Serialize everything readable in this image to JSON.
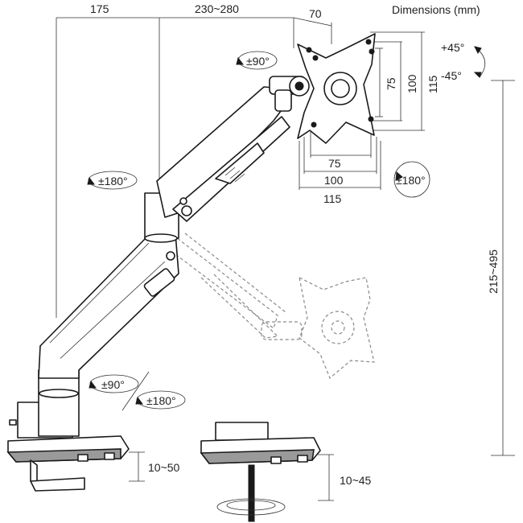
{
  "title": "Dimensions (mm)",
  "dimensions": {
    "base_to_pole": "175",
    "arm_reach": "230~280",
    "vesa_depth": "70",
    "vesa_h_75": "75",
    "vesa_h_100": "100",
    "vesa_h_115": "115",
    "vesa_w_75": "75",
    "vesa_w_100": "100",
    "vesa_w_115": "115",
    "height_range": "215~495",
    "clamp_range": "10~50",
    "grommet_range": "10~45"
  },
  "rotations": {
    "tilt_up": "+45°",
    "tilt_down": "-45°",
    "head_swivel": "±90°",
    "arm_rotate": "±180°",
    "screen_rotate": "±180°",
    "base_swivel": "±90°",
    "base_rotate": "±180°"
  }
}
